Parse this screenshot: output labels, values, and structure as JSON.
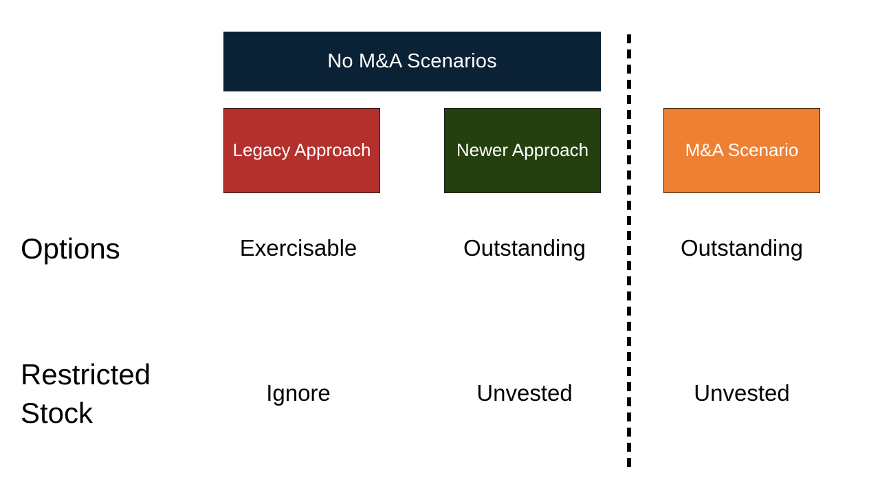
{
  "slide": {
    "background_color": "#ffffff",
    "banner": {
      "label": "No M&A Scenarios",
      "background_color": "#0b2136",
      "text_color": "#ffffff"
    },
    "divider": {
      "style": "dashed-vertical",
      "color": "#000000"
    },
    "columns": [
      {
        "id": "legacy",
        "label": "Legacy\nApproach",
        "background_color": "#b3302c",
        "text_color": "#ffffff",
        "border_color": "#1a1a1a",
        "group": "no-mna"
      },
      {
        "id": "newer",
        "label": "Newer\nApproach",
        "background_color": "#24400f",
        "text_color": "#ffffff",
        "border_color": "#1a1a1a",
        "group": "no-mna"
      },
      {
        "id": "mna",
        "label": "M&A\nScenario",
        "background_color": "#ed8033",
        "text_color": "#ffffff",
        "border_color": "#1a1a1a",
        "group": "mna"
      }
    ],
    "rows": [
      {
        "id": "options",
        "label": "Options",
        "cells": [
          "Exercisable",
          "Outstanding",
          "Outstanding"
        ]
      },
      {
        "id": "restricted-stock",
        "label": "Restricted\nStock",
        "cells": [
          "Ignore",
          "Unvested",
          "Unvested"
        ]
      }
    ]
  }
}
